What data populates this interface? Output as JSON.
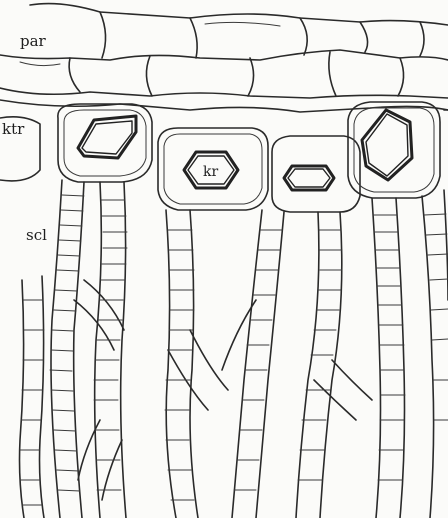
{
  "labels": {
    "parenchyma": "par",
    "crystal_cell_layer": "ktr",
    "sclerenchyma": "scl",
    "crystal": "kr"
  }
}
